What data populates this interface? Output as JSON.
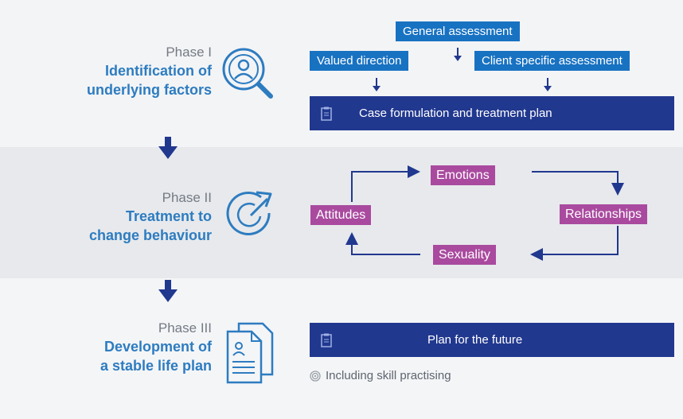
{
  "phases": [
    {
      "label": "Phase I",
      "title_line1": "Identification of",
      "title_line2": "underlying factors",
      "icon": "person-magnifier-icon"
    },
    {
      "label": "Phase II",
      "title_line1": "Treatment to",
      "title_line2": "change behaviour",
      "icon": "cycle-arrow-icon"
    },
    {
      "label": "Phase III",
      "title_line1": "Development of",
      "title_line2": "a stable life plan",
      "icon": "documents-icon"
    }
  ],
  "phase1": {
    "general": "General assessment",
    "valued": "Valued direction",
    "client": "Client specific assessment",
    "plan": "Case formulation and treatment plan"
  },
  "phase2": {
    "emotions": "Emotions",
    "relationships": "Relationships",
    "sexuality": "Sexuality",
    "attitudes": "Attitudes"
  },
  "phase3": {
    "plan": "Plan for the future",
    "note": "Including skill practising"
  },
  "colors": {
    "blue": "#1872c2",
    "navy": "#21388f",
    "purple": "#a94a9f",
    "phase_title": "#2d7cc0",
    "arrow": "#21388f"
  }
}
